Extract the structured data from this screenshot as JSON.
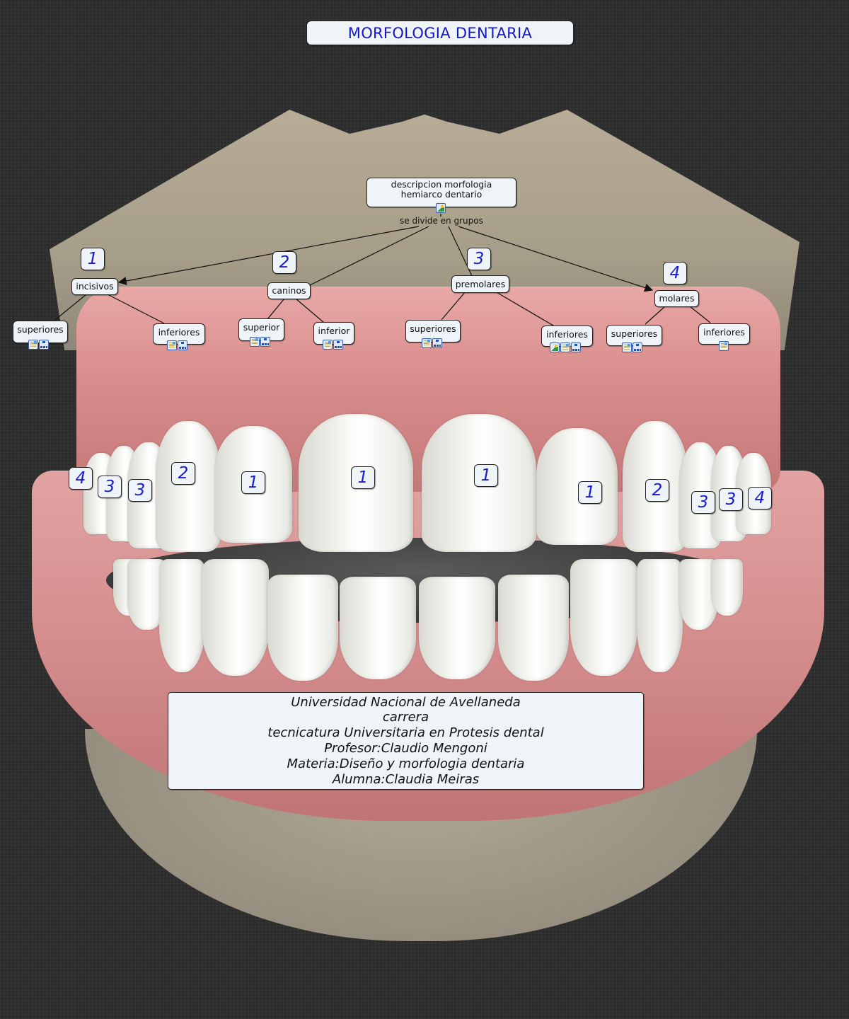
{
  "title": "MORFOLOGIA DENTARIA",
  "root": {
    "label": "descripcion morfologia hemiarco dentario",
    "icons": [
      "image-icon"
    ],
    "link_label": "se divide en grupos"
  },
  "groups": [
    {
      "number": "1",
      "label": "incisivos",
      "children": [
        {
          "label": "superiores",
          "icons": [
            "document-icon",
            "concept-map-icon"
          ]
        },
        {
          "label": "inferiores",
          "icons": [
            "document-icon",
            "concept-map-icon"
          ]
        }
      ]
    },
    {
      "number": "2",
      "label": "caninos",
      "children": [
        {
          "label": "superior",
          "icons": [
            "document-icon",
            "concept-map-icon"
          ]
        },
        {
          "label": "inferior",
          "icons": [
            "document-icon",
            "concept-map-icon"
          ]
        }
      ]
    },
    {
      "number": "3",
      "label": "premolares",
      "children": [
        {
          "label": "superiores",
          "icons": [
            "document-icon",
            "concept-map-icon"
          ]
        },
        {
          "label": "inferiores",
          "icons": [
            "image-icon",
            "document-icon",
            "concept-map-icon"
          ]
        }
      ]
    },
    {
      "number": "4",
      "label": "molares",
      "children": [
        {
          "label": "superiores",
          "icons": [
            "document-icon",
            "concept-map-icon"
          ]
        },
        {
          "label": "inferiores",
          "icons": [
            "document-icon"
          ]
        }
      ]
    }
  ],
  "tooth_labels": {
    "left": [
      "4",
      "3",
      "3",
      "2",
      "1",
      "1"
    ],
    "right": [
      "1",
      "1",
      "2",
      "3",
      "3",
      "4"
    ]
  },
  "info": {
    "lines": [
      "Universidad Nacional de Avellaneda",
      "carrera",
      "tecnicatura Universitaria en Protesis dental",
      "Profesor:Claudio Mengoni",
      "Materia:Diseño y morfologia dentaria",
      "Alumna:Claudia Meiras"
    ]
  },
  "colors": {
    "background": "#2b2b2b",
    "node_fill": "#eef4f7",
    "title_text": "#1616c8",
    "number_text": "#1a1ad0"
  }
}
